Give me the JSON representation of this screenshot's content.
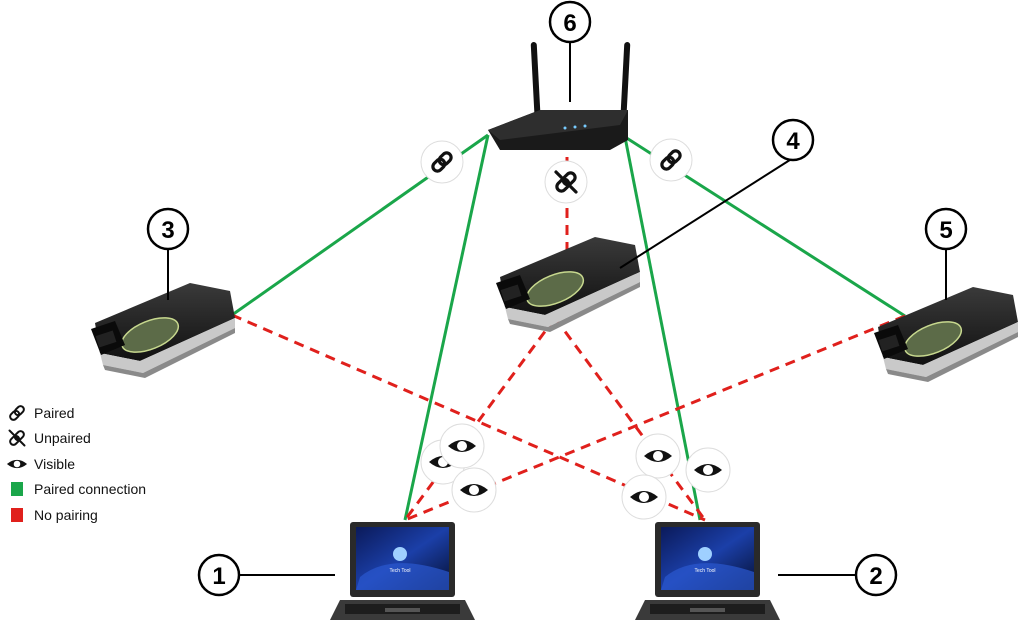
{
  "callouts": [
    {
      "num": "1"
    },
    {
      "num": "2"
    },
    {
      "num": "3"
    },
    {
      "num": "4"
    },
    {
      "num": "5"
    },
    {
      "num": "6"
    }
  ],
  "legend": {
    "paired": "Paired",
    "unpaired": "Unpaired",
    "visible": "Visible",
    "paired_connection": "Paired connection",
    "no_pairing": "No pairing"
  },
  "colors": {
    "paired_line": "#1aa64a",
    "no_pairing_line": "#e0201c",
    "paired_swatch": "#1aa64a",
    "no_pairing_swatch": "#e0201c"
  },
  "screen_text": "Tech Tool",
  "icons": [
    "link-icon",
    "unlink-icon",
    "eye-icon"
  ]
}
